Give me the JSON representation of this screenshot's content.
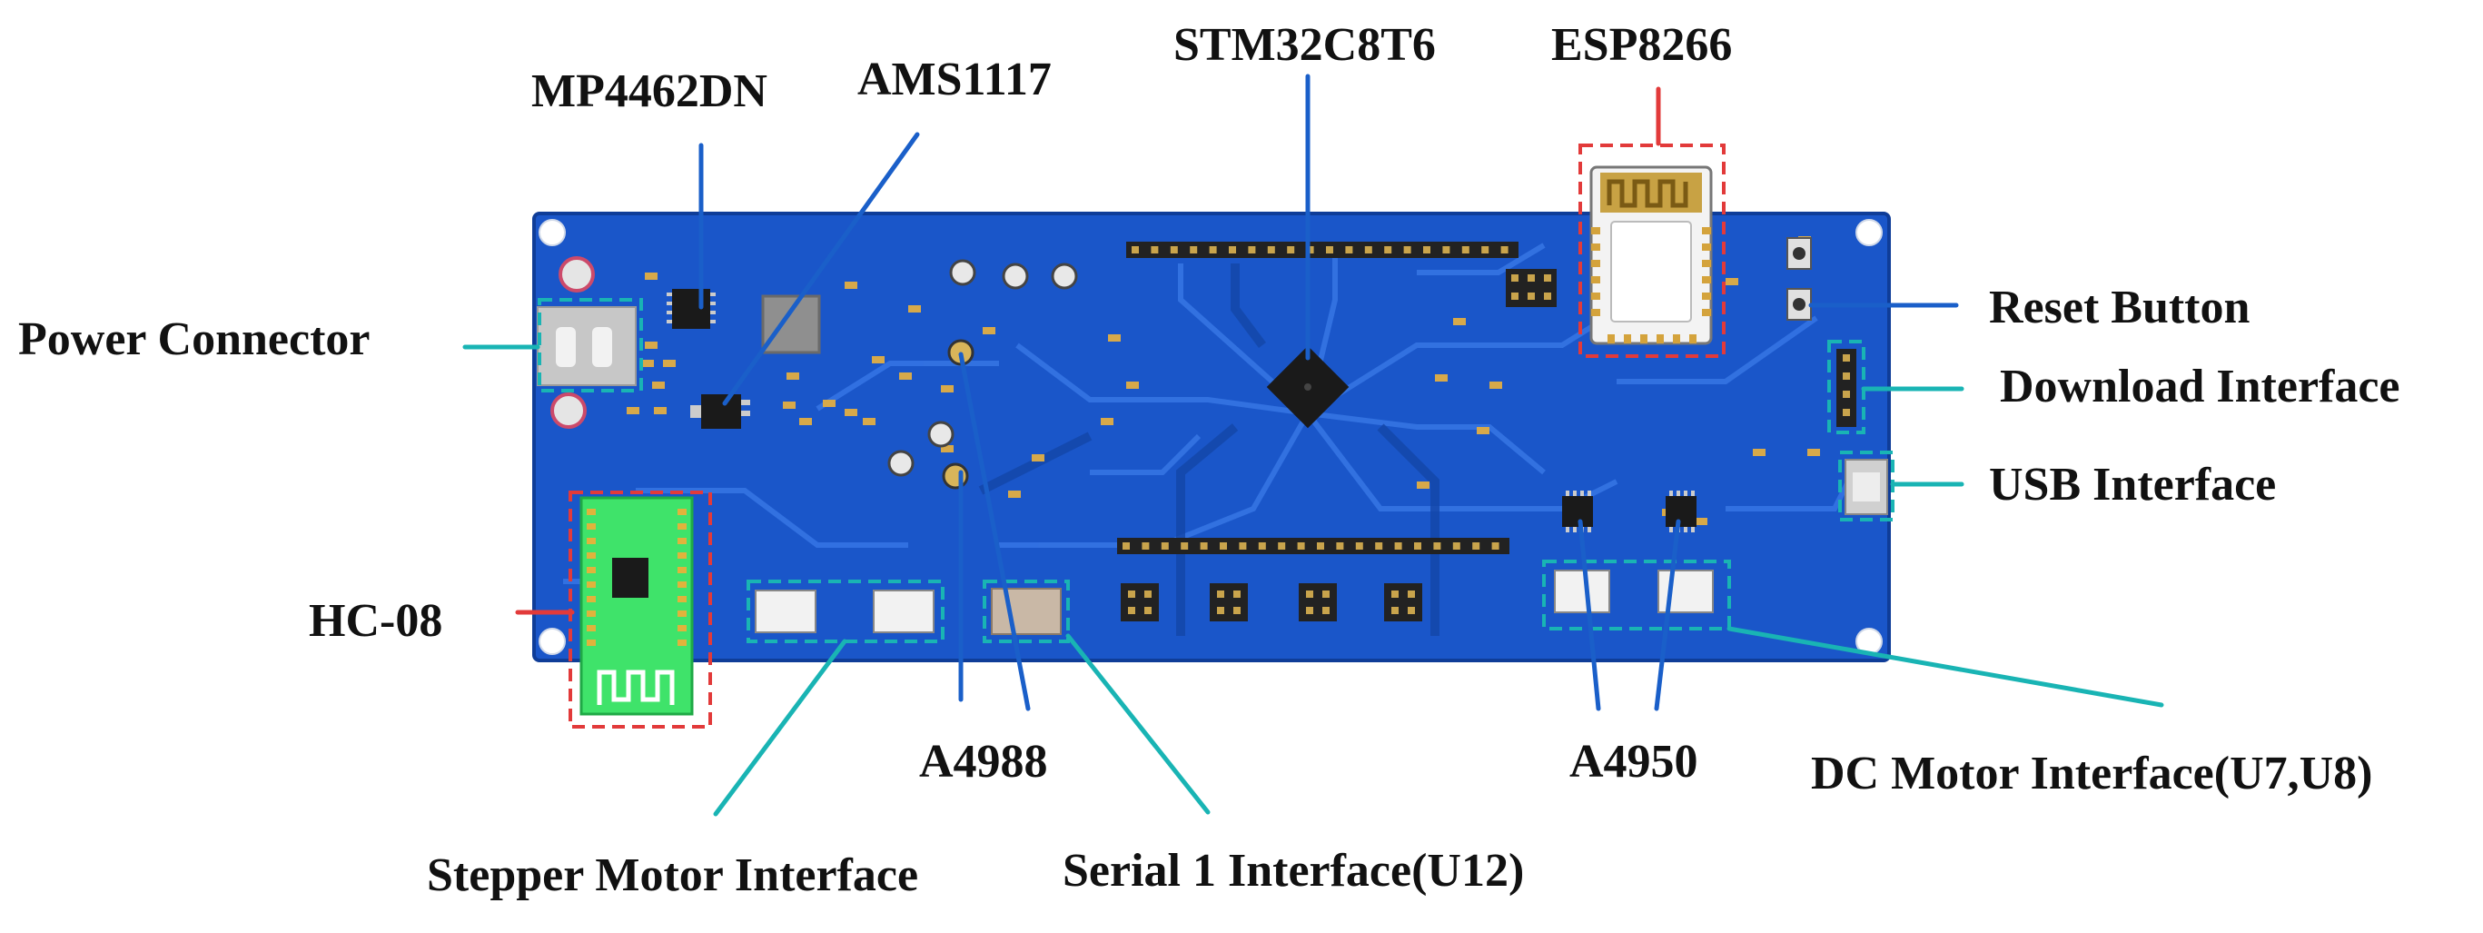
{
  "labels": {
    "mp4462dn": "MP4462DN",
    "ams1117": "AMS1117",
    "stm32": "STM32C8T6",
    "esp8266": "ESP8266",
    "power_connector": "Power Connector",
    "reset_button": "Reset Button",
    "download_interface": "Download Interface",
    "usb_interface": "USB Interface",
    "hc08": "HC-08",
    "a4988": "A4988",
    "a4950": "A4950",
    "dc_motor_interface": "DC Motor Interface(U7,U8)",
    "stepper_motor_interface": "Stepper Motor Interface",
    "serial1_interface": "Serial 1 Interface(U12)"
  },
  "colors": {
    "board": "#1a56c9",
    "board_dark": "#0f3d98",
    "trace": "#2a6be0",
    "leader_blue": "#1a5fc9",
    "leader_teal": "#19b4b4",
    "leader_red": "#e23a3a",
    "hc08_module": "#3fe36a",
    "esp_module": "#f3f3f3",
    "gold": "#d7a94a"
  }
}
